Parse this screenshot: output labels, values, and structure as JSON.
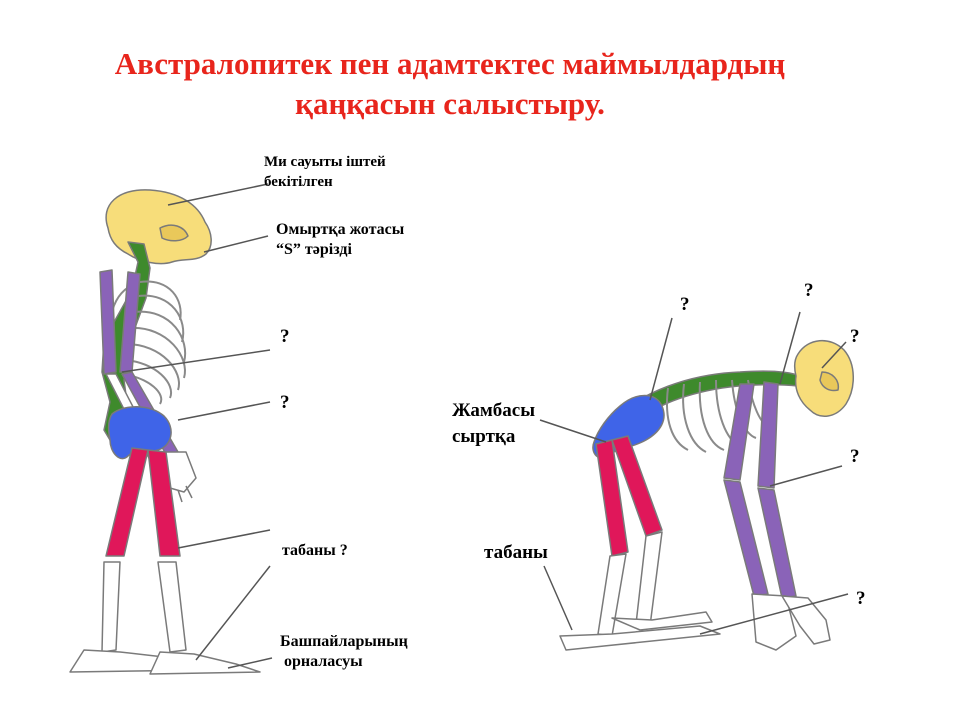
{
  "title": {
    "line1": "Австралопитек пен адамтектес маймылдардың",
    "line2": "қаңқасын салыстыру."
  },
  "left_labels": {
    "skull": "Ми сауыты іштей\nбекітілген",
    "spine": "Омыртқа жотасы\n“S” тәрізді",
    "q1": "?",
    "q2": "?",
    "foot": "табаны ?",
    "toes": "Башпайларының\n орналасуы"
  },
  "right_labels": {
    "q_top_left": "?",
    "q_top": "?",
    "q_skull": "?",
    "pelvis": "Жамбасы\nсыртқа",
    "q_arm": "?",
    "foot": "табаны",
    "q_hand": "?"
  },
  "colors": {
    "title": "#e8251c",
    "skull": "#f7dd7a",
    "spine": "#3e8a2c",
    "humerus": "#8a63b8",
    "pelvis": "#3f64e8",
    "femur": "#e0175a",
    "bone": "#ffffff",
    "bone_outline": "#7a7a7a"
  }
}
